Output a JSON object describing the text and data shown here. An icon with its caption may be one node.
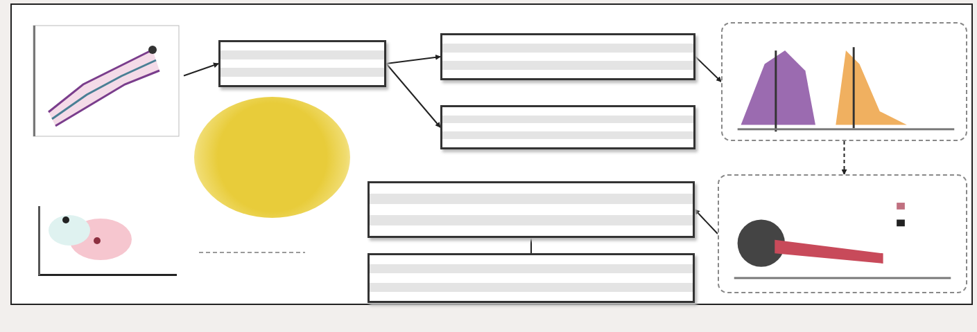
{
  "diagram": {
    "nodes": [
      {
        "text": [],
        "shape": "picture"
      },
      {
        "text": [],
        "shape": "box"
      },
      {
        "text": [],
        "shape": "box"
      },
      {
        "text": [],
        "shape": "box"
      },
      {
        "text": [],
        "shape": "picture"
      },
      {
        "text": [],
        "shape": "circle"
      },
      {
        "text": [],
        "shape": "picture"
      },
      {
        "text": [],
        "shape": "box"
      },
      {
        "text": [],
        "shape": "box"
      },
      {
        "text": [],
        "shape": "picture"
      }
    ],
    "edges": [
      {
        "from": 0,
        "to": 1,
        "arrow": "to"
      },
      {
        "from": 1,
        "to": 2,
        "arrow": "to"
      },
      {
        "from": 1,
        "to": 3,
        "arrow": "to"
      },
      {
        "from": 2,
        "to": 4,
        "arrow": "to"
      },
      {
        "from": 4,
        "to": 9,
        "arrow": "to",
        "style": "dashed"
      },
      {
        "from": 9,
        "to": 7,
        "arrow": "to"
      },
      {
        "from": 7,
        "to": 8,
        "arrow": "none"
      }
    ]
  }
}
